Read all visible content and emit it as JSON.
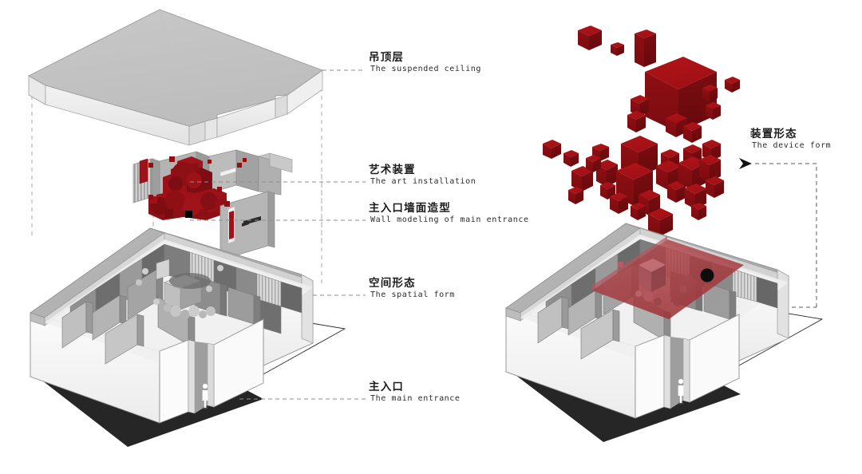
{
  "diagram": {
    "title": "Exploded axonometric architectural diagram",
    "background_color": "#ffffff",
    "accent_red": "#a51016",
    "dark_red": "#7d0d10",
    "wall_gray": "#b9b9b9",
    "floor_black": "#2b2b2b",
    "guide_line_color": "#9a9a9a"
  },
  "left_panel": {
    "name": "exploded-axonometric-view",
    "layers": [
      {
        "id": "suspended-ceiling",
        "label_cn": "吊顶层",
        "label_en": "The suspended ceiling"
      },
      {
        "id": "art-installation",
        "label_cn": "艺术装置",
        "label_en": "The art installation"
      },
      {
        "id": "entrance-wall",
        "label_cn": "主入口墙面造型",
        "label_en": "Wall modeling of main entrance"
      },
      {
        "id": "spatial-form",
        "label_cn": "空间形态",
        "label_en": "The spatial form"
      },
      {
        "id": "main-entrance",
        "label_cn": "主入口",
        "label_en": "The main entrance"
      }
    ]
  },
  "right_panel": {
    "name": "device-form-view",
    "callout": {
      "label_cn": "装置形态",
      "label_en": "The device form"
    },
    "cluster": {
      "name": "red-cube-cluster",
      "cube_count": 46
    }
  },
  "labels": {
    "ceiling": {
      "cn": "吊顶层",
      "en": "The suspended ceiling"
    },
    "art": {
      "cn": "艺术装置",
      "en": "The art installation"
    },
    "wall": {
      "cn": "主入口墙面造型",
      "en": "Wall modeling of main entrance"
    },
    "spatial": {
      "cn": "空间形态",
      "en": "The spatial form"
    },
    "entrance": {
      "cn": "主入口",
      "en": "The main entrance"
    },
    "device": {
      "cn": "装置形态",
      "en": "The device form"
    }
  }
}
